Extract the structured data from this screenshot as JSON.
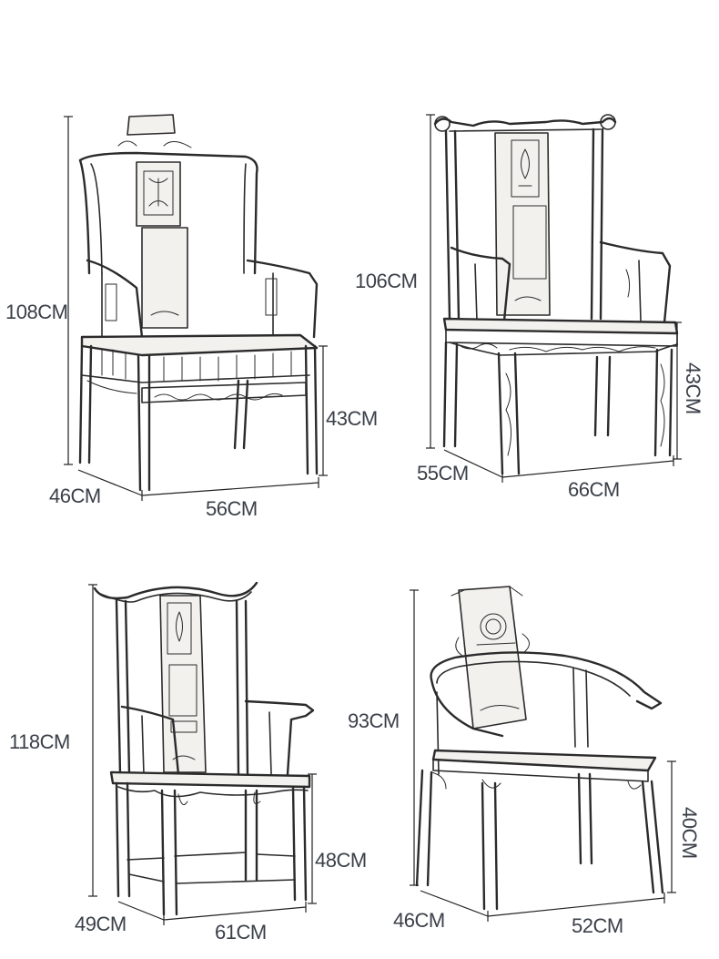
{
  "chairs": [
    {
      "height": "108CM",
      "depth": "46CM",
      "width": "56CM",
      "seat_height": "43CM"
    },
    {
      "height": "106CM",
      "depth": "55CM",
      "width": "66CM",
      "seat_height": "43CM"
    },
    {
      "height": "118CM",
      "depth": "49CM",
      "width": "61CM",
      "seat_height": "48CM"
    },
    {
      "height": "93CM",
      "depth": "46CM",
      "width": "52CM",
      "seat_height": "40CM"
    }
  ]
}
